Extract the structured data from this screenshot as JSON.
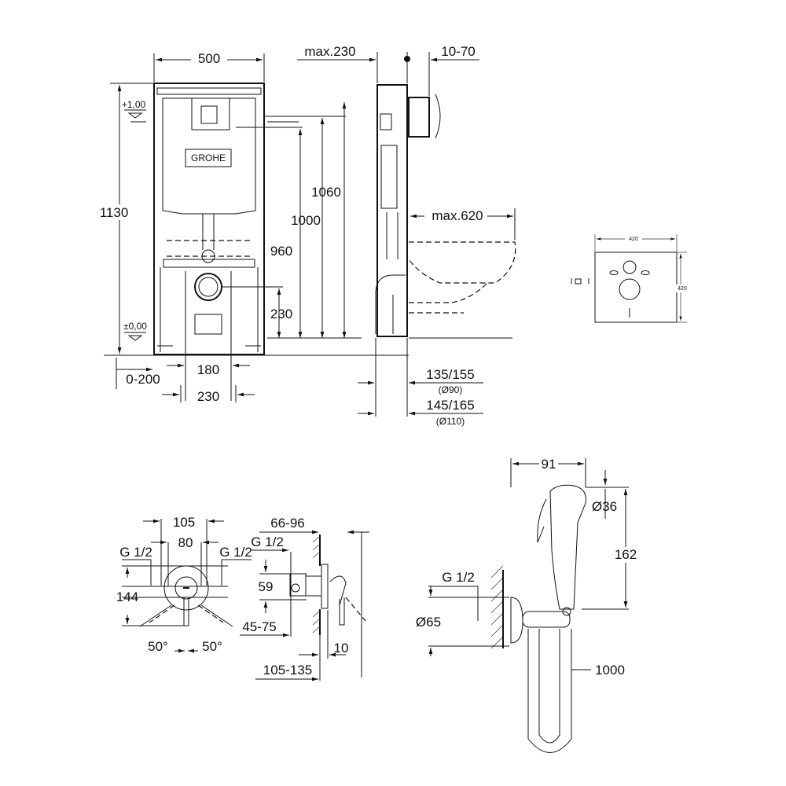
{
  "frame_front": {
    "logo": "GROHE",
    "width": "500",
    "height_total": "1130",
    "level_top": "+1,00",
    "level_floor": "±0,00",
    "h_1060": "1060",
    "h_1000": "1000",
    "h_960": "960",
    "h_230": "230",
    "offset": "0-200",
    "w_180": "180",
    "w_230": "230"
  },
  "frame_side": {
    "max_230": "max.230",
    "range_10_70": "10-70",
    "max_620": "max.620",
    "d_135_155": "135/155",
    "d_90": "(Ø90)",
    "d_145_165": "145/165",
    "d_110": "(Ø110)"
  },
  "sound_pad": {
    "width": "420",
    "height": "420"
  },
  "mixer_front": {
    "w_105": "105",
    "w_80": "80",
    "g_left": "G 1/2",
    "g_right": "G 1/2",
    "h_144": "144",
    "angle_left": "50°",
    "angle_right": "50°"
  },
  "mixer_side": {
    "d_66_96": "66-96",
    "g": "G 1/2",
    "h_59": "59",
    "d_45_75": "45-75",
    "d_10": "10",
    "d_105_135": "105-135"
  },
  "bidet_shower": {
    "w_91": "91",
    "d_36": "Ø36",
    "h_162": "162",
    "g": "G 1/2",
    "d_65": "Ø65",
    "hose_1000": "1000"
  }
}
